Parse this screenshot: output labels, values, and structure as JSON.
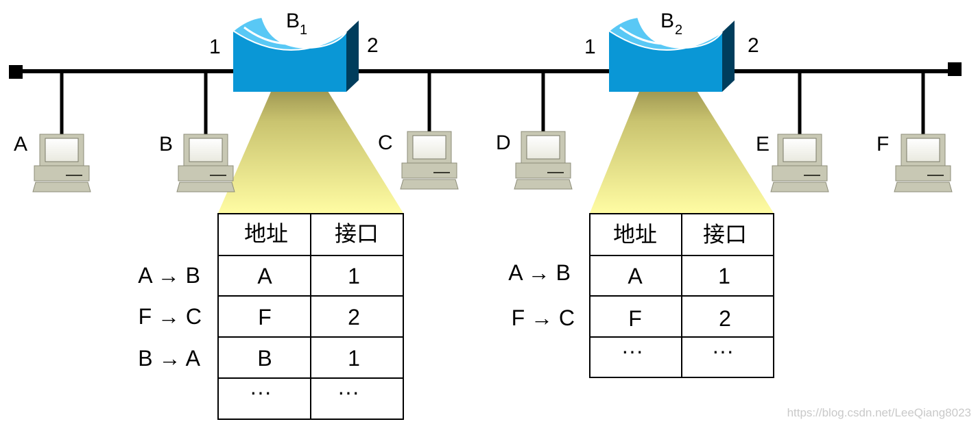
{
  "bridges": [
    {
      "name_main": "B",
      "name_sub": "1",
      "port_left": "1",
      "port_right": "2",
      "table": {
        "headers": [
          "地址",
          "接口"
        ],
        "rows": [
          [
            "A",
            "1"
          ],
          [
            "F",
            "2"
          ],
          [
            "B",
            "1"
          ],
          [
            "···",
            "···"
          ]
        ]
      },
      "flows": [
        "A → B",
        "F → C",
        "B → A"
      ]
    },
    {
      "name_main": "B",
      "name_sub": "2",
      "port_left": "1",
      "port_right": "2",
      "table": {
        "headers": [
          "地址",
          "接口"
        ],
        "rows": [
          [
            "A",
            "1"
          ],
          [
            "F",
            "2"
          ],
          [
            "···",
            "···"
          ]
        ]
      },
      "flows": [
        "A → B",
        "F → C"
      ]
    }
  ],
  "hosts": [
    "A",
    "B",
    "C",
    "D",
    "E",
    "F"
  ],
  "watermark": "https://blog.csdn.net/LeeQiang8023",
  "colors": {
    "bridge_front": "#0099d8",
    "bridge_top": "#59c8f5",
    "bridge_side": "#003d5c",
    "beam_top": "#8a8346",
    "beam_bottom": "#fffca0",
    "host": "#c8c8b4"
  }
}
